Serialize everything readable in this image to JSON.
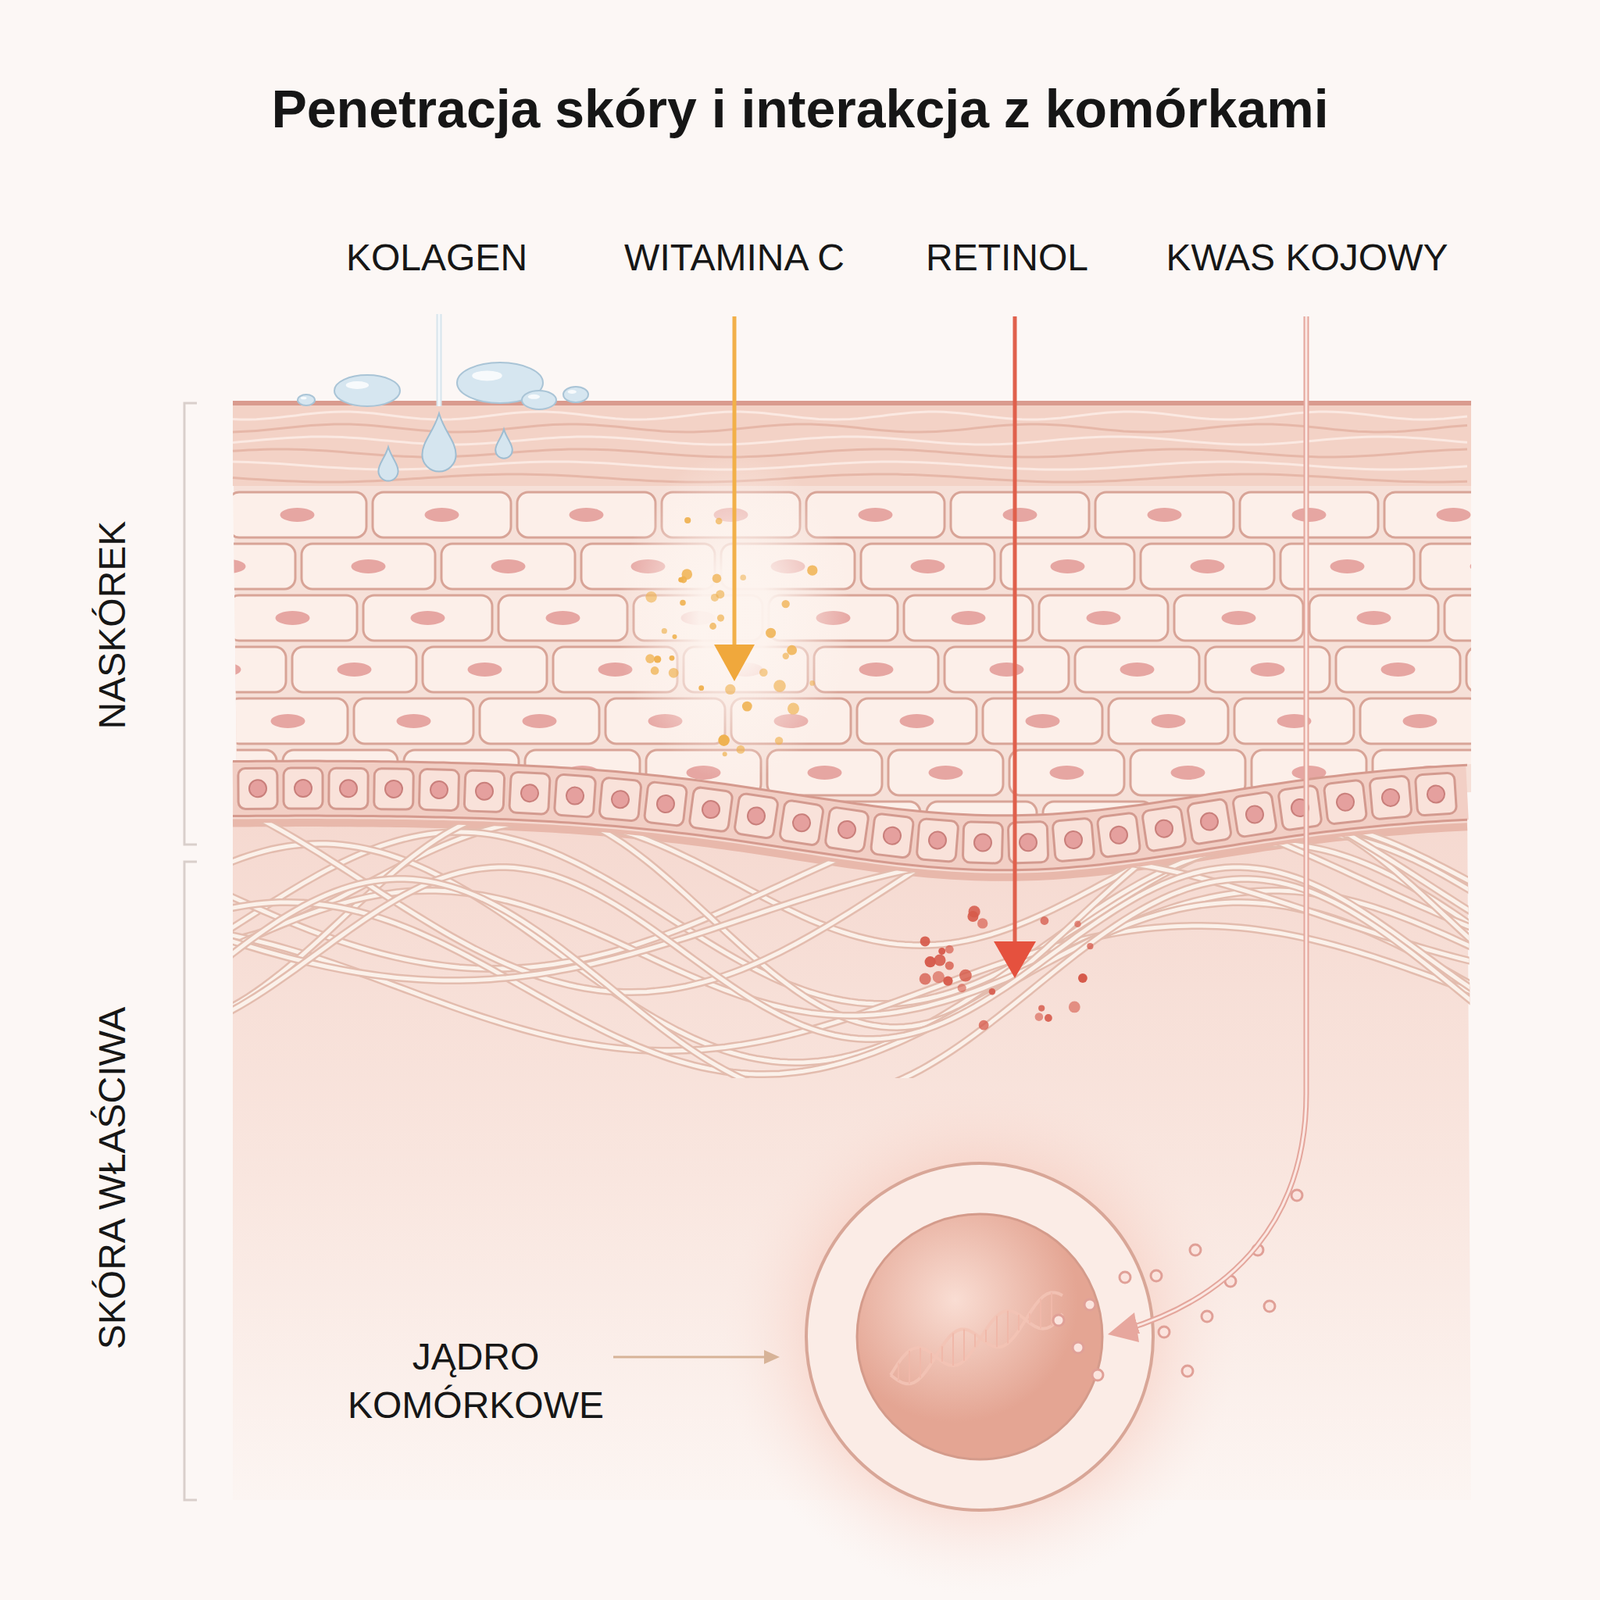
{
  "diagram": {
    "title": "Penetracja skóry i interakcja z komórkami",
    "labels": [
      "KOLAGEN",
      "WITAMINA C",
      "RETINOL",
      "KWAS KOJOWY",
      "NASKÓREK",
      "SKÓRA WŁAŚCIWA",
      "JĄDRO KOMÓRKOWE"
    ]
  }
}
